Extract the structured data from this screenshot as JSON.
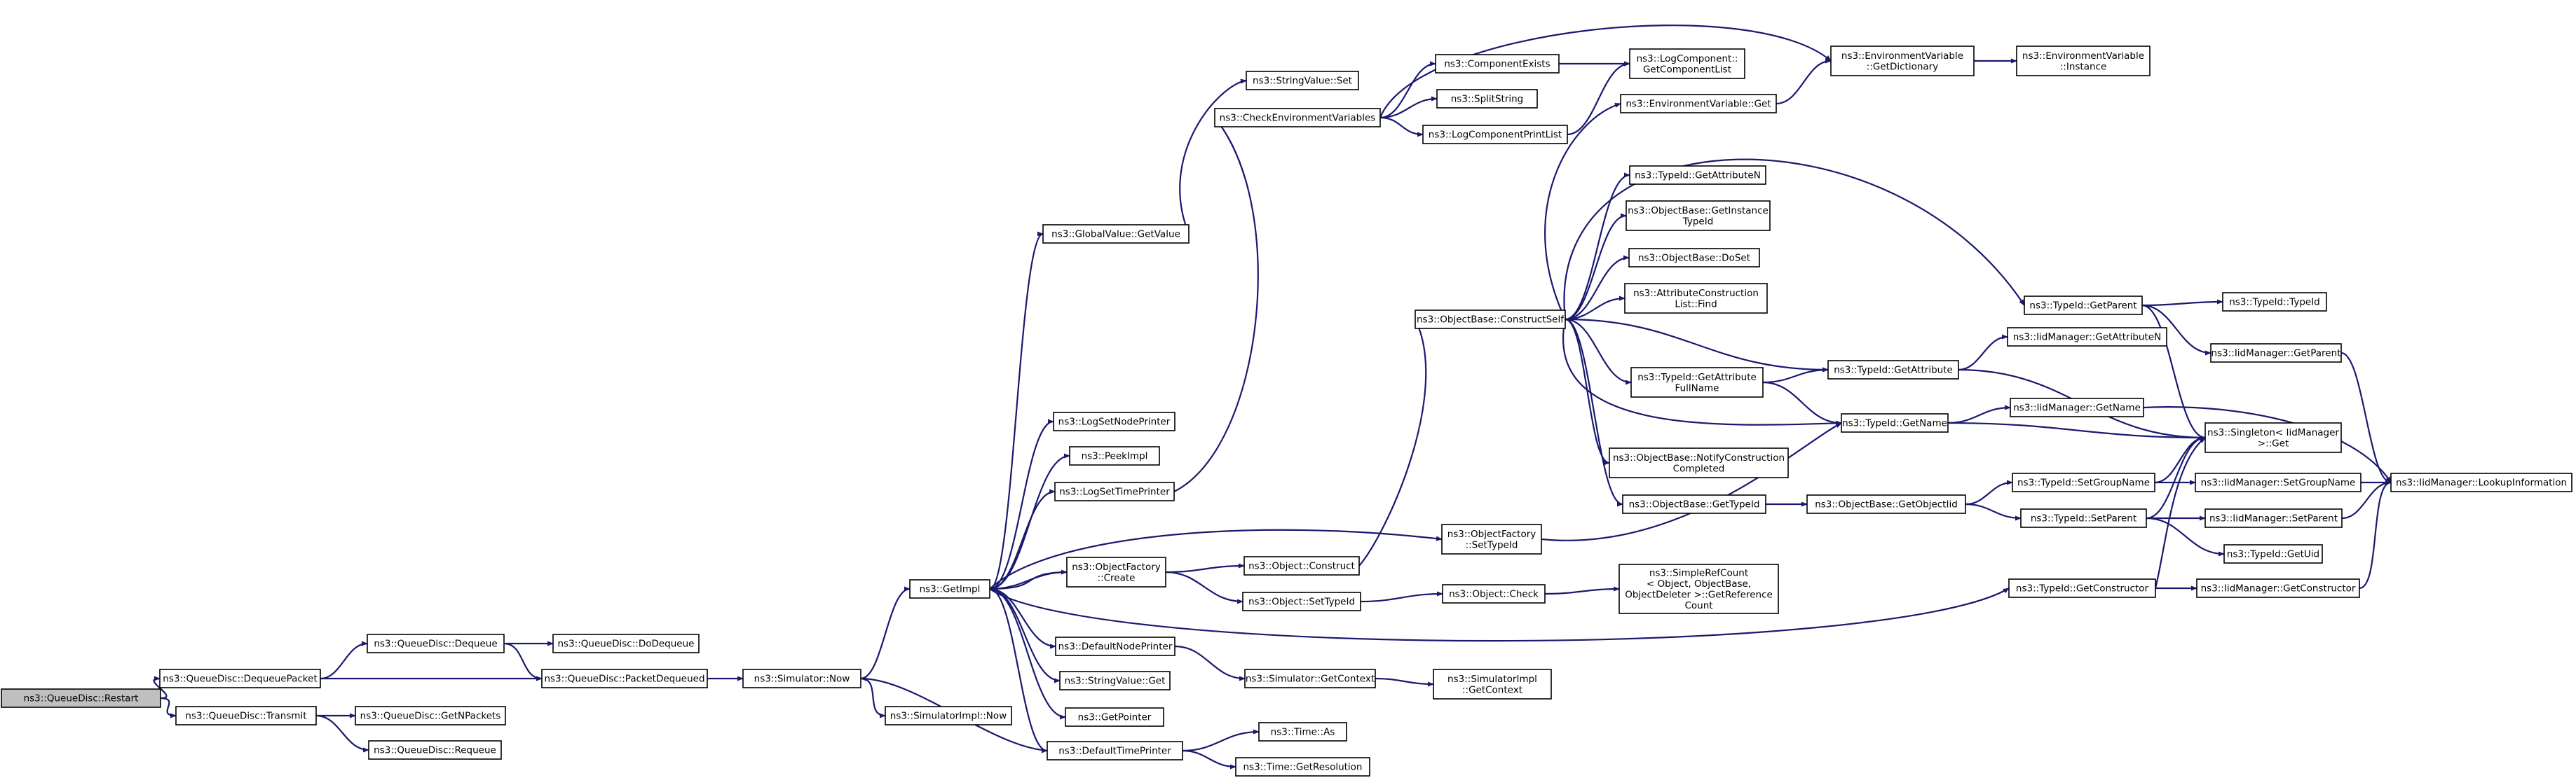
{
  "colors": {
    "edge": "#191970",
    "root_fill": "#bfbfbf",
    "node_fill": "#ffffff"
  },
  "nodes": [
    {
      "id": "restart",
      "lines": [
        "ns3::QueueDisc::Restart"
      ],
      "root": true
    },
    {
      "id": "dequeuepacket",
      "lines": [
        "ns3::QueueDisc::DequeuePacket"
      ]
    },
    {
      "id": "transmit",
      "lines": [
        "ns3::QueueDisc::Transmit"
      ]
    },
    {
      "id": "dequeue",
      "lines": [
        "ns3::QueueDisc::Dequeue"
      ]
    },
    {
      "id": "dodequeue",
      "lines": [
        "ns3::QueueDisc::DoDequeue"
      ]
    },
    {
      "id": "packetdequeued",
      "lines": [
        "ns3::QueueDisc::PacketDequeued"
      ]
    },
    {
      "id": "getnpackets",
      "lines": [
        "ns3::QueueDisc::GetNPackets"
      ]
    },
    {
      "id": "requeue",
      "lines": [
        "ns3::QueueDisc::Requeue"
      ]
    },
    {
      "id": "simnow",
      "lines": [
        "ns3::Simulator::Now"
      ]
    },
    {
      "id": "simimplnow",
      "lines": [
        "ns3::SimulatorImpl::Now"
      ]
    },
    {
      "id": "getimpl",
      "lines": [
        "ns3::GetImpl"
      ]
    },
    {
      "id": "gvgetvalue",
      "lines": [
        "ns3::GlobalValue::GetValue"
      ]
    },
    {
      "id": "logsetnodeprinter",
      "lines": [
        "ns3::LogSetNodePrinter"
      ]
    },
    {
      "id": "peekimpl",
      "lines": [
        "ns3::PeekImpl"
      ]
    },
    {
      "id": "logsettimeprinter",
      "lines": [
        "ns3::LogSetTimePrinter"
      ]
    },
    {
      "id": "ofcreate",
      "lines": [
        "ns3::ObjectFactory",
        "::Create"
      ]
    },
    {
      "id": "defaultnodeprinter",
      "lines": [
        "ns3::DefaultNodePrinter"
      ]
    },
    {
      "id": "strvalueget",
      "lines": [
        "ns3::StringValue::Get"
      ]
    },
    {
      "id": "getpointer",
      "lines": [
        "ns3::GetPointer"
      ]
    },
    {
      "id": "defaulttimeprinter",
      "lines": [
        "ns3::DefaultTimePrinter"
      ]
    },
    {
      "id": "strvalueset",
      "lines": [
        "ns3::StringValue::Set"
      ]
    },
    {
      "id": "checkenv",
      "lines": [
        "ns3::CheckEnvironmentVariables"
      ]
    },
    {
      "id": "componentexists",
      "lines": [
        "ns3::ComponentExists"
      ]
    },
    {
      "id": "splitstring",
      "lines": [
        "ns3::SplitString"
      ]
    },
    {
      "id": "logcomponentprintlist",
      "lines": [
        "ns3::LogComponentPrintList"
      ]
    },
    {
      "id": "objconstruct",
      "lines": [
        "ns3::Object::Construct"
      ]
    },
    {
      "id": "objsettypeid",
      "lines": [
        "ns3::Object::SetTypeId"
      ]
    },
    {
      "id": "simgetcontext",
      "lines": [
        "ns3::Simulator::GetContext"
      ]
    },
    {
      "id": "timeas",
      "lines": [
        "ns3::Time::As"
      ]
    },
    {
      "id": "timegetres",
      "lines": [
        "ns3::Time::GetResolution"
      ]
    },
    {
      "id": "obconstructself",
      "lines": [
        "ns3::ObjectBase::ConstructSelf"
      ]
    },
    {
      "id": "ofsettypeid",
      "lines": [
        "ns3::ObjectFactory",
        "::SetTypeId"
      ]
    },
    {
      "id": "objcheck",
      "lines": [
        "ns3::Object::Check"
      ]
    },
    {
      "id": "simimplgetcontext",
      "lines": [
        "ns3::SimulatorImpl",
        "::GetContext"
      ]
    },
    {
      "id": "logcompgetlist",
      "lines": [
        "ns3::LogComponent::",
        "GetComponentList"
      ]
    },
    {
      "id": "envget",
      "lines": [
        "ns3::EnvironmentVariable::Get"
      ]
    },
    {
      "id": "tidgetattrn",
      "lines": [
        "ns3::TypeId::GetAttributeN"
      ]
    },
    {
      "id": "obgetinstancetid",
      "lines": [
        "ns3::ObjectBase::GetInstance",
        "TypeId"
      ]
    },
    {
      "id": "obdoset",
      "lines": [
        "ns3::ObjectBase::DoSet"
      ]
    },
    {
      "id": "attrconstrlistfind",
      "lines": [
        "ns3::AttributeConstruction",
        "List::Find"
      ]
    },
    {
      "id": "tidgetattrfullname",
      "lines": [
        "ns3::TypeId::GetAttribute",
        "FullName"
      ]
    },
    {
      "id": "obnotifyconstr",
      "lines": [
        "ns3::ObjectBase::NotifyConstruction",
        "Completed"
      ]
    },
    {
      "id": "obgettypeid",
      "lines": [
        "ns3::ObjectBase::GetTypeId"
      ]
    },
    {
      "id": "simplerefcount",
      "lines": [
        "ns3::SimpleRefCount",
        "< Object, ObjectBase,",
        "ObjectDeleter >::GetReference",
        "Count"
      ]
    },
    {
      "id": "envgetdict",
      "lines": [
        "ns3::EnvironmentVariable",
        "::GetDictionary"
      ]
    },
    {
      "id": "envinstance",
      "lines": [
        "ns3::EnvironmentVariable",
        "::Instance"
      ]
    },
    {
      "id": "tidgetattribute",
      "lines": [
        "ns3::TypeId::GetAttribute"
      ]
    },
    {
      "id": "tidgetname",
      "lines": [
        "ns3::TypeId::GetName"
      ]
    },
    {
      "id": "obgetobjectiid",
      "lines": [
        "ns3::ObjectBase::GetObjectIid"
      ]
    },
    {
      "id": "tidgetparent",
      "lines": [
        "ns3::TypeId::GetParent"
      ]
    },
    {
      "id": "tidsetgroupname",
      "lines": [
        "ns3::TypeId::SetGroupName"
      ]
    },
    {
      "id": "tidsetparent",
      "lines": [
        "ns3::TypeId::SetParent"
      ]
    },
    {
      "id": "tidgetconstructor",
      "lines": [
        "ns3::TypeId::GetConstructor"
      ]
    },
    {
      "id": "tidtypeid",
      "lines": [
        "ns3::TypeId::TypeId"
      ]
    },
    {
      "id": "iidgetattrn",
      "lines": [
        "ns3::IidManager::GetAttributeN"
      ]
    },
    {
      "id": "iidgetparent",
      "lines": [
        "ns3::IidManager::GetParent"
      ]
    },
    {
      "id": "iidgetname",
      "lines": [
        "ns3::IidManager::GetName"
      ]
    },
    {
      "id": "singletonget",
      "lines": [
        "ns3::Singleton< IidManager",
        ">::Get"
      ]
    },
    {
      "id": "iidsetgroupname",
      "lines": [
        "ns3::IidManager::SetGroupName"
      ]
    },
    {
      "id": "iidsetparent",
      "lines": [
        "ns3::IidManager::SetParent"
      ]
    },
    {
      "id": "tidgetuid",
      "lines": [
        "ns3::TypeId::GetUid"
      ]
    },
    {
      "id": "iidgetconstructor",
      "lines": [
        "ns3::IidManager::GetConstructor"
      ]
    },
    {
      "id": "iidlookupinfo",
      "lines": [
        "ns3::IidManager::LookupInformation"
      ]
    }
  ]
}
